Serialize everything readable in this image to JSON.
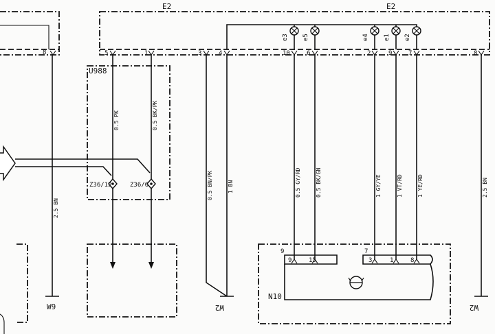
{
  "components": {
    "e2_left": "E2",
    "e2_right": "E2",
    "u988": "U988",
    "n10": "N10",
    "splice_1": "Z36/12",
    "splice_2": "Z36/6"
  },
  "grounds": {
    "w9": "W9",
    "w2_mid": "W2",
    "w2_right": "W2"
  },
  "lamps": [
    "e3",
    "e5",
    "e4",
    "e1",
    "e2"
  ],
  "pins": {
    "left_8": "8",
    "p5": "5",
    "p1": "1",
    "p3": "3",
    "p4": "4",
    "p10": "10",
    "p6": "6",
    "p2": "2",
    "p9": "9",
    "p7": "7",
    "p8": "8"
  },
  "n10_pins": {
    "c9": "9",
    "c7": "7",
    "p9": "9",
    "p15": "15",
    "p3": "3",
    "p1": "1",
    "p8": "8"
  },
  "wires": {
    "w_left": "2.5 BN",
    "w_pk": "0.5 PK",
    "w_bkpk": "0.5 BK/PK",
    "w_bnpk": "0.5 BN/PK",
    "w_bn1": "1 BN",
    "w_gyrd": "0.5 GY/RD",
    "w_bkgn": "0.5 BK/GN",
    "w_gyye": "1 GY/YE",
    "w_vtrd": "1 VT/RD",
    "w_yerd": "1 YE/RD",
    "w_right": "2.5 BN"
  }
}
